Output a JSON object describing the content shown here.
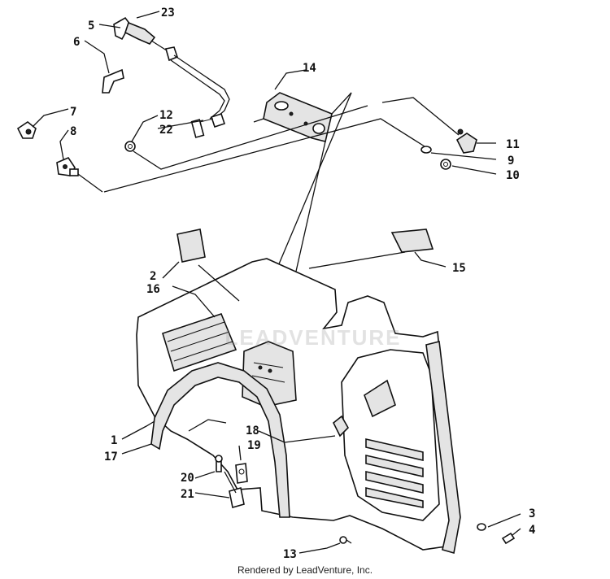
{
  "diagram": {
    "callouts": [
      {
        "id": "c1",
        "text": "1"
      },
      {
        "id": "c2",
        "text": "2"
      },
      {
        "id": "c3",
        "text": "3"
      },
      {
        "id": "c4",
        "text": "4"
      },
      {
        "id": "c5",
        "text": "5"
      },
      {
        "id": "c6",
        "text": "6"
      },
      {
        "id": "c7",
        "text": "7"
      },
      {
        "id": "c8",
        "text": "8"
      },
      {
        "id": "c9",
        "text": "9"
      },
      {
        "id": "c10",
        "text": "10"
      },
      {
        "id": "c11",
        "text": "11"
      },
      {
        "id": "c12",
        "text": "12"
      },
      {
        "id": "c13",
        "text": "13"
      },
      {
        "id": "c14",
        "text": "14"
      },
      {
        "id": "c15",
        "text": "15"
      },
      {
        "id": "c16",
        "text": "16"
      },
      {
        "id": "c17",
        "text": "17"
      },
      {
        "id": "c18",
        "text": "18"
      },
      {
        "id": "c19",
        "text": "19"
      },
      {
        "id": "c20",
        "text": "20"
      },
      {
        "id": "c21",
        "text": "21"
      },
      {
        "id": "c22",
        "text": "22"
      },
      {
        "id": "c23",
        "text": "23"
      }
    ]
  },
  "watermark": "LEADVENTURE",
  "footer": "Rendered by LeadVenture, Inc."
}
